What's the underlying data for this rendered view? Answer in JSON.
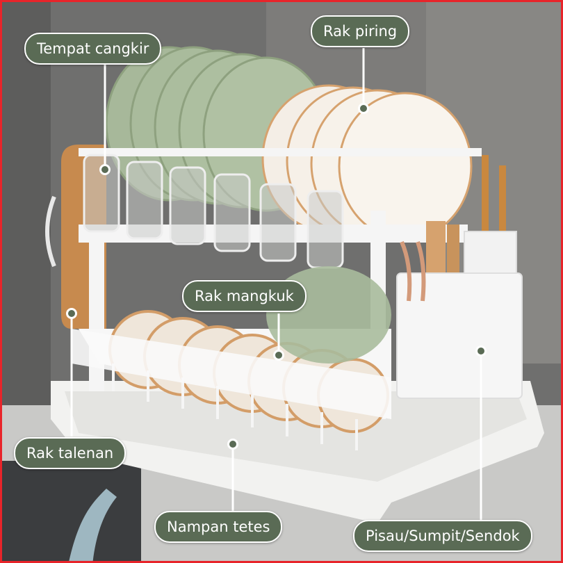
{
  "colors": {
    "frame": "#e8242a",
    "label_bg": "#5a6b55",
    "label_text": "#ffffff",
    "green_plate": "#a7b89a",
    "white_plate": "#f4eee6",
    "rim": "#d6a26e",
    "wood": "#c78a4e"
  },
  "labels": {
    "cup_holder": "Tempat cangkir",
    "plate_rack": "Rak piring",
    "bowl_rack": "Rak mangkuk",
    "cutting_board_rack": "Rak talenan",
    "drip_tray": "Nampan tetes",
    "utensil_holder": "Pisau/Sumpit/Sendok"
  }
}
